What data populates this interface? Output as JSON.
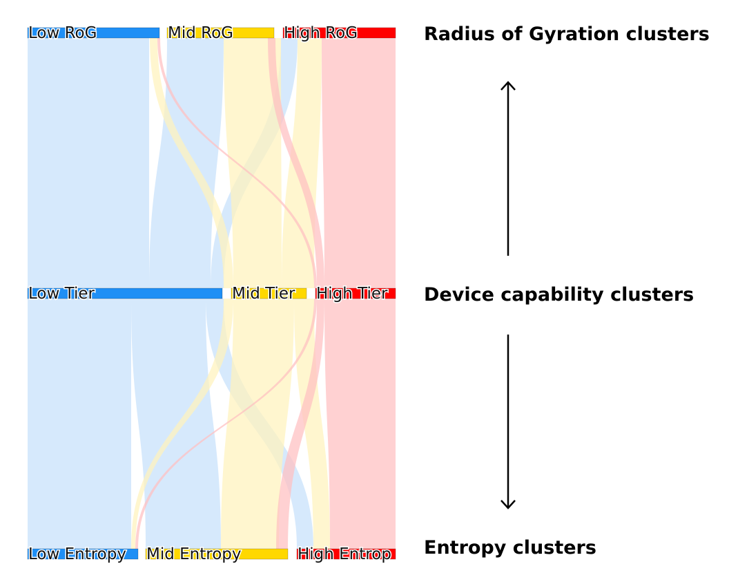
{
  "colors": {
    "low": "#1f8ff5",
    "mid": "#ffd800",
    "high": "#ff0000",
    "low_flow": "#c6e1fb",
    "mid_flow": "#fff2bc",
    "high_flow": "#ffbfc1",
    "arrow": "#000000"
  },
  "levels": {
    "top": "Radius of Gyration clusters",
    "middle": "Device capability clusters",
    "bottom": "Entropy clusters"
  },
  "nodes": {
    "top": [
      {
        "id": "low-rog",
        "label": "Low RoG",
        "tone": "low"
      },
      {
        "id": "mid-rog",
        "label": "Mid RoG",
        "tone": "mid"
      },
      {
        "id": "high-rog",
        "label": "High RoG",
        "tone": "high"
      }
    ],
    "middle": [
      {
        "id": "low-tier",
        "label": "Low Tier",
        "tone": "low"
      },
      {
        "id": "mid-tier",
        "label": "Mid Tier",
        "tone": "mid"
      },
      {
        "id": "high-tier",
        "label": "High Tier",
        "tone": "high"
      }
    ],
    "bottom": [
      {
        "id": "low-entropy",
        "label": "Low Entropy",
        "tone": "low"
      },
      {
        "id": "mid-entropy",
        "label": "Mid Entropy",
        "tone": "mid"
      },
      {
        "id": "high-entropy",
        "label": "High Entrop",
        "tone": "high"
      }
    ]
  },
  "links_upper": [
    {
      "tier": "low-tier",
      "rog": "low-rog",
      "tone": "low"
    },
    {
      "tier": "low-tier",
      "rog": "mid-rog",
      "tone": "low"
    },
    {
      "tier": "low-tier",
      "rog": "high-rog",
      "tone": "low"
    },
    {
      "tier": "mid-tier",
      "rog": "low-rog",
      "tone": "mid"
    },
    {
      "tier": "mid-tier",
      "rog": "mid-rog",
      "tone": "mid"
    },
    {
      "tier": "mid-tier",
      "rog": "high-rog",
      "tone": "mid"
    },
    {
      "tier": "high-tier",
      "rog": "low-rog",
      "tone": "high"
    },
    {
      "tier": "high-tier",
      "rog": "mid-rog",
      "tone": "high"
    },
    {
      "tier": "high-tier",
      "rog": "high-rog",
      "tone": "high"
    }
  ],
  "links_lower": [
    {
      "tier": "low-tier",
      "entropy": "low-entropy",
      "tone": "low"
    },
    {
      "tier": "low-tier",
      "entropy": "mid-entropy",
      "tone": "low"
    },
    {
      "tier": "low-tier",
      "entropy": "high-entropy",
      "tone": "low"
    },
    {
      "tier": "mid-tier",
      "entropy": "low-entropy",
      "tone": "mid"
    },
    {
      "tier": "mid-tier",
      "entropy": "mid-entropy",
      "tone": "mid"
    },
    {
      "tier": "mid-tier",
      "entropy": "high-entropy",
      "tone": "mid"
    },
    {
      "tier": "high-tier",
      "entropy": "low-entropy",
      "tone": "high"
    },
    {
      "tier": "high-tier",
      "entropy": "mid-entropy",
      "tone": "high"
    },
    {
      "tier": "high-tier",
      "entropy": "high-entropy",
      "tone": "high"
    }
  ]
}
